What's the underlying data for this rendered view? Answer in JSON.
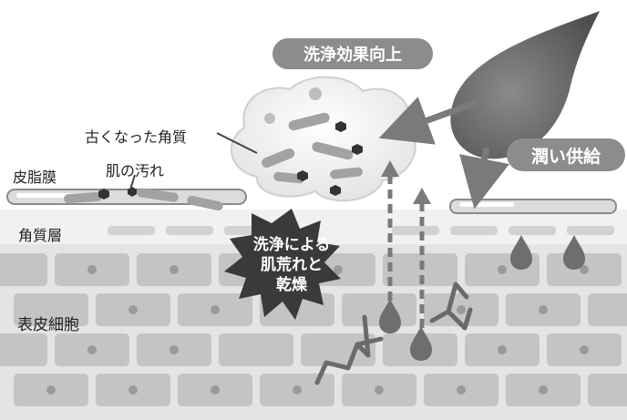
{
  "labels": {
    "old_keratin": "古くなった角質",
    "sebum_film": "皮脂膜",
    "skin_dirt": "肌の汚れ",
    "stratum_corneum": "角質層",
    "epidermal_cells": "表皮細胞"
  },
  "badges": {
    "cleansing_effect": "洗浄効果向上",
    "moisture_supply": "潤い供給"
  },
  "burst": {
    "line1": "洗浄による",
    "line2": "肌荒れと",
    "line3": "乾燥"
  },
  "colors": {
    "pill_gray": "#8c8c8c",
    "drop_dark": "#6e6e6e",
    "cell_gray": "#c4c4c4",
    "mortar_gray": "#e4e4e4",
    "burst_dark": "#3a3a3a"
  }
}
